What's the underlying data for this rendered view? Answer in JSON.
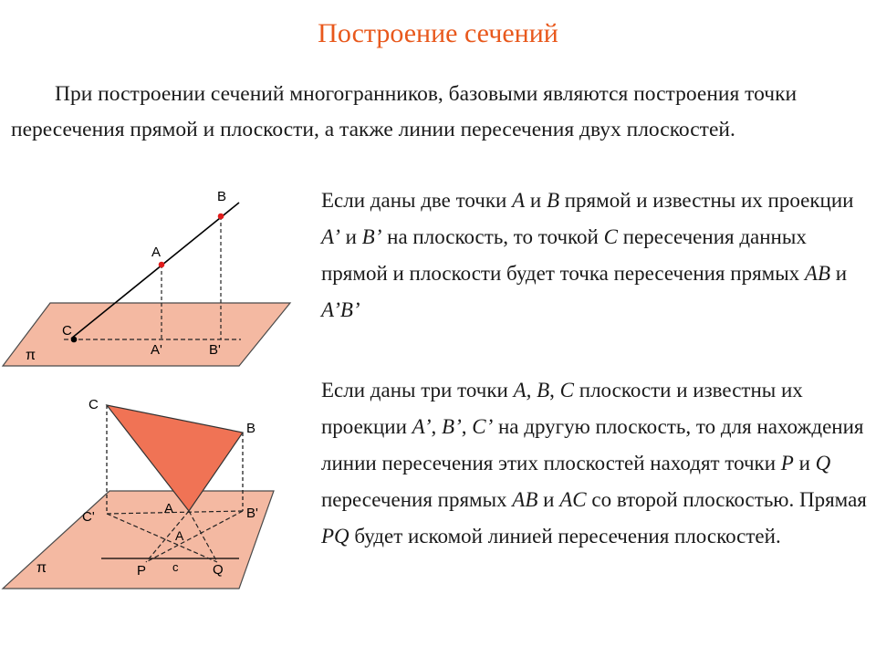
{
  "slide": {
    "title": "Построение сечений",
    "intro": "При построении сечений многогранников, базовыми являются построения точки пересечения прямой и плоскости, а также линии пересечения двух плоскостей.",
    "para1": [
      {
        "text": "Если даны две точки ",
        "italic": false
      },
      {
        "text": "A",
        "italic": true
      },
      {
        "text": " и ",
        "italic": false
      },
      {
        "text": "B",
        "italic": true
      },
      {
        "text": " прямой и известны их проекции ",
        "italic": false
      },
      {
        "text": "A’",
        "italic": true
      },
      {
        "text": " и ",
        "italic": false
      },
      {
        "text": "B’",
        "italic": true
      },
      {
        "text": " на плоскость, то точкой ",
        "italic": false
      },
      {
        "text": "C",
        "italic": true
      },
      {
        "text": " пересечения данных прямой и плоскости будет точка пересечения прямых ",
        "italic": false
      },
      {
        "text": "AB",
        "italic": true
      },
      {
        "text": " и ",
        "italic": false
      },
      {
        "text": "A’B’",
        "italic": true
      }
    ],
    "para2": [
      {
        "text": "Если даны три точки ",
        "italic": false
      },
      {
        "text": "A, B",
        "italic": true
      },
      {
        "text": ", ",
        "italic": false
      },
      {
        "text": "C",
        "italic": true
      },
      {
        "text": " плоскости и известны их проекции ",
        "italic": false
      },
      {
        "text": "A’",
        "italic": true
      },
      {
        "text": ", ",
        "italic": false
      },
      {
        "text": "B’",
        "italic": true
      },
      {
        "text": ", ",
        "italic": false
      },
      {
        "text": "C’",
        "italic": true
      },
      {
        "text": " на другую плоскость, то для нахождения линии пересечения этих плоскостей находят точки ",
        "italic": false
      },
      {
        "text": "P",
        "italic": true
      },
      {
        "text": " и ",
        "italic": false
      },
      {
        "text": "Q",
        "italic": true
      },
      {
        "text": " пересечения прямых ",
        "italic": false
      },
      {
        "text": "AB",
        "italic": true
      },
      {
        "text": " и ",
        "italic": false
      },
      {
        "text": "AC",
        "italic": true
      },
      {
        "text": " со второй плоскостью. Прямая ",
        "italic": false
      },
      {
        "text": "PQ",
        "italic": true
      },
      {
        "text": " будет искомой линией пересечения плоскостей.",
        "italic": false
      }
    ]
  },
  "figure1": {
    "labels": {
      "B": "B",
      "A": "A",
      "C": "C",
      "pi": "π",
      "A_proj": "A'",
      "B_proj": "B'"
    }
  },
  "figure2": {
    "labels": {
      "C": "C",
      "B": "B",
      "A": "A",
      "C_proj": "C'",
      "B_proj": "B'",
      "A_proj": "A",
      "pi": "π",
      "P": "P",
      "c": "c",
      "Q": "Q"
    }
  },
  "colors": {
    "title": "#e8581c",
    "plane_fill": "#f4b9a2",
    "triangle_fill": "#f07355",
    "point": "#e11d1d"
  }
}
